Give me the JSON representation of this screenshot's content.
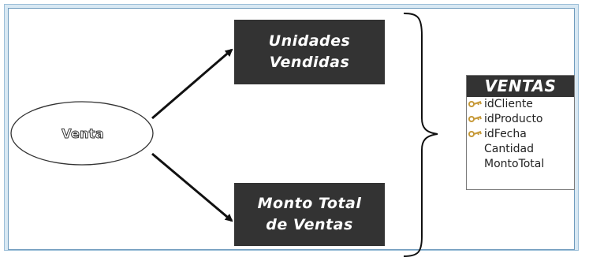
{
  "diagram": {
    "center_node": "Venta",
    "measures": [
      {
        "line1": "Unidades",
        "line2": "Vendidas"
      },
      {
        "line1": "Monto Total",
        "line2": "de Ventas"
      }
    ]
  },
  "table": {
    "title": "VENTAS",
    "fields": [
      {
        "name": "idCliente",
        "key": true
      },
      {
        "name": "idProducto",
        "key": true
      },
      {
        "name": "idFecha",
        "key": true
      },
      {
        "name": "Cantidad",
        "key": false
      },
      {
        "name": "MontoTotal",
        "key": false
      }
    ]
  },
  "colors": {
    "box_fill": "#333333",
    "key_color": "#c79a3a",
    "frame_color": "#6f9bbd"
  }
}
